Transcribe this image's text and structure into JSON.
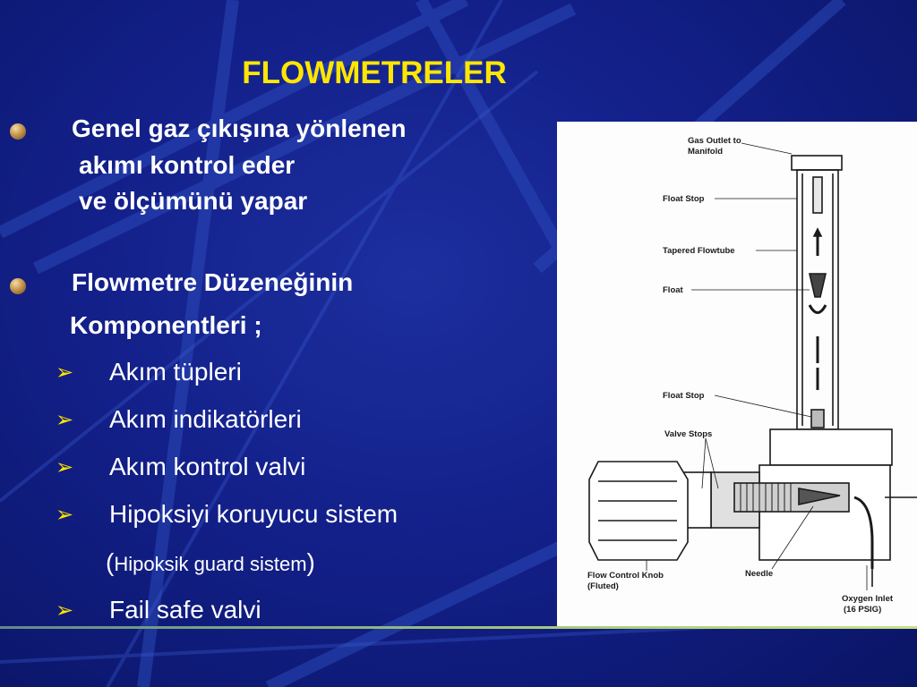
{
  "slide": {
    "title": "FLOWMETRELER",
    "bullet1": {
      "lines": [
        "Genel gaz çıkışına yönlenen",
        "akımı kontrol eder",
        "ve ölçümünü yapar"
      ]
    },
    "bullet2": {
      "lines": [
        "Flowmetre Düzeneğinin",
        "Komponentleri ;"
      ]
    },
    "items": [
      "Akım tüpleri",
      "Akım indikatörleri",
      "Akım kontrol valvi",
      "Hipoksiyi koruyucu sistem",
      "Fail safe valvi"
    ],
    "item_note": {
      "open": "(",
      "text": "Hipoksik guard sistem",
      "close": ")"
    },
    "arrow_glyph": "➢"
  },
  "figure": {
    "labels": {
      "gas_outlet": [
        "Gas Outlet to",
        "Manifold"
      ],
      "float_stop_top": "Float Stop",
      "tapered_flowtube": "Tapered Flowtube",
      "float": "Float",
      "float_stop_bottom": "Float Stop",
      "valve_stops": "Valve Stops",
      "flow_control_knob": [
        "Flow Control Knob",
        "(Fluted)"
      ],
      "needle": "Needle",
      "oxygen_inlet": [
        "Oxygen Inlet",
        "(16 PSIG)"
      ]
    }
  },
  "colors": {
    "background": "#13208a",
    "title": "#ffe600",
    "text": "#ffffff",
    "arrow": "#ffe600"
  }
}
